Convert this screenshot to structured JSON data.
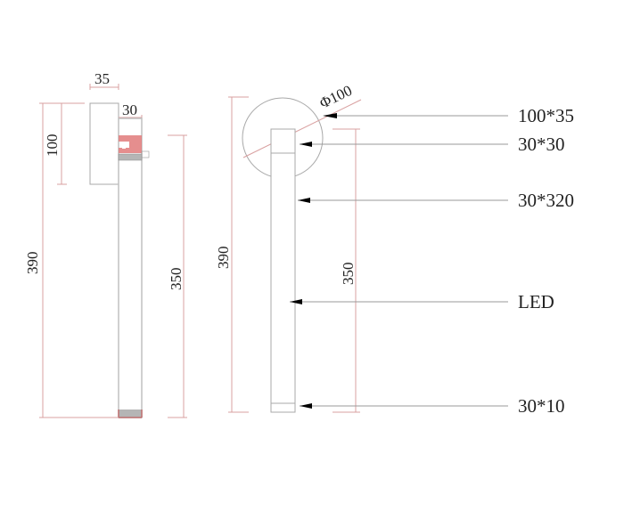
{
  "side_view": {
    "top_width": "35",
    "tube_width": "30",
    "base_height": "100",
    "total_height": "390",
    "tube_height": "350"
  },
  "front_view": {
    "diameter": "Φ100",
    "total_height": "390",
    "tube_height": "350"
  },
  "callouts": [
    {
      "label": "100*35"
    },
    {
      "label": "30*30"
    },
    {
      "label": "30*320"
    },
    {
      "label": "LED"
    },
    {
      "label": "30*10"
    }
  ],
  "colors": {
    "dimension_line": "#d9a0a0",
    "outline": "#a8a8a8",
    "accent": "#e07a7a",
    "gray_band": "#b5b5b5",
    "leader": "#9a9a9a",
    "arrow": "#000000"
  }
}
